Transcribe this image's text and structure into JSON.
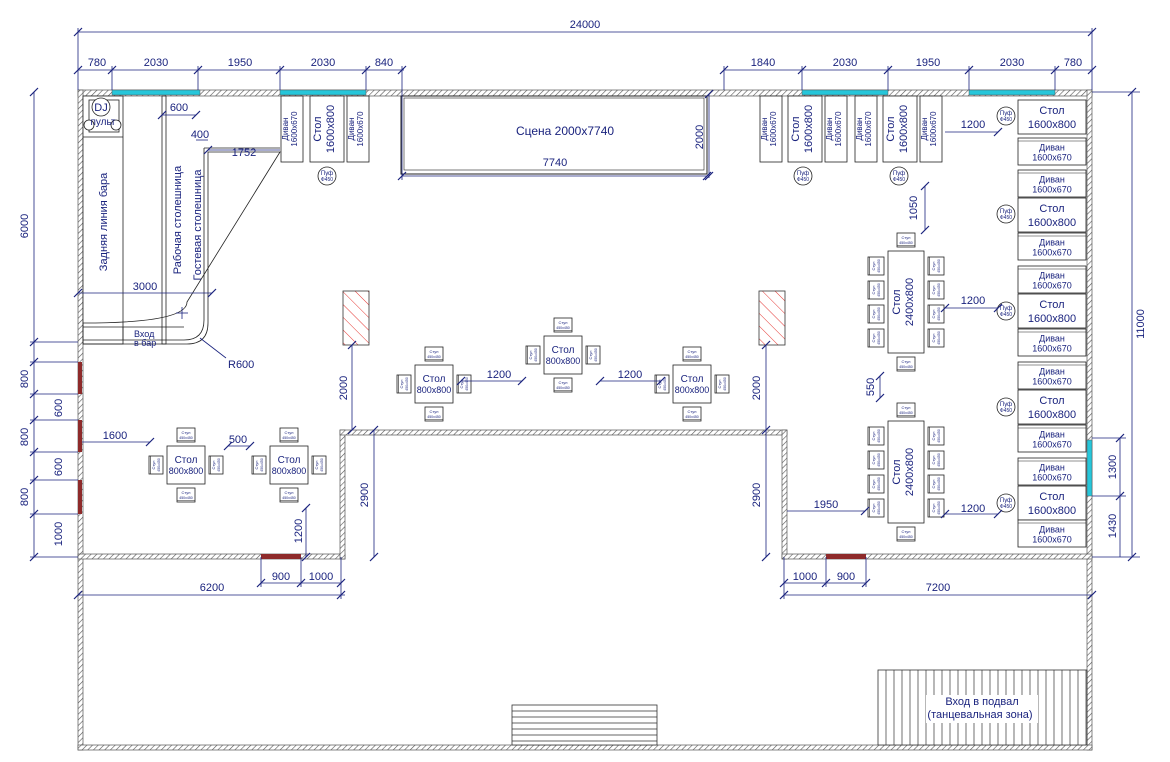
{
  "dimensions": {
    "overall": "24000",
    "top_left": [
      "780",
      "2030",
      "1950",
      "2030",
      "840"
    ],
    "top_right": [
      "1840",
      "2030",
      "1950",
      "2030",
      "780"
    ],
    "left": [
      "6000",
      "800",
      "600",
      "800",
      "600",
      "800",
      "1000"
    ],
    "right": [
      "11000",
      "1300",
      "1430"
    ],
    "bottom_left": [
      "6200",
      "900",
      "1000"
    ],
    "bottom_right": [
      "7200",
      "1000",
      "900"
    ],
    "inner": {
      "d600": "600",
      "d400": "400",
      "d1752": "1752",
      "d7740": "7740",
      "d2000_stage": "2000",
      "d3000": "3000",
      "r600": "R600",
      "d1600": "1600",
      "d500": "500",
      "d1200_left": "1200",
      "d2000_left": "2000",
      "d2900_left": "2900",
      "d1200_a": "1200",
      "d1200_b": "1200",
      "d2000_right": "2000",
      "d2900_right": "2900",
      "d1950": "1950",
      "d1050": "1050",
      "d1200_r1": "1200",
      "d1200_r2": "1200",
      "d1200_r3": "1200",
      "d550": "550"
    }
  },
  "labels": {
    "dj": "DJ",
    "dj_sub": "пульт",
    "back_bar": "Задняя линия бара",
    "work_counter": "Рабочая столешница",
    "guest_counter": "Гостевая столешница",
    "bar_entry_1": "Вход",
    "bar_entry_2": "в бар",
    "stage": "Сцена 2000x7740",
    "basement_1": "Вход в подвал",
    "basement_2": "(танцевальная зона)"
  },
  "furniture": {
    "table_name": "Стол",
    "table_1600": "1600x800",
    "table_800": "800x800",
    "table_2400": "2400x800",
    "sofa_name": "Диван",
    "sofa_size": "1600x670",
    "pouf_name": "Пуф",
    "pouf_size": "Ф450",
    "chair_name": "Стул",
    "chair_size": "450x450"
  }
}
